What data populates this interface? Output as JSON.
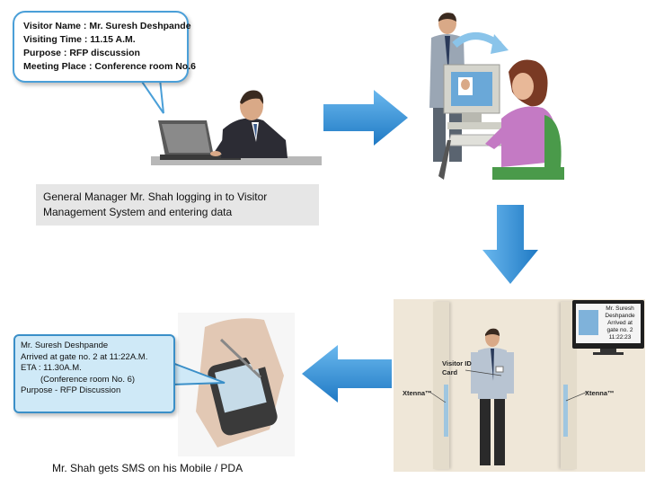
{
  "bubble_top": {
    "lines": [
      "Visitor Name : Mr. Suresh Deshpande",
      "Visiting Time : 11.15 A.M.",
      "Purpose : RFP discussion",
      "Meeting Place : Conference room No.6"
    ]
  },
  "caption_top": {
    "line1": "General Manager Mr. Shah logging in to Visitor",
    "line2": "Management System and entering data"
  },
  "bubble_bottom": {
    "lines": [
      "Mr. Suresh Deshpande",
      "Arrived at gate no. 2 at 11:22A.M.",
      "ETA : 11.30A.M.",
      "(Conference room No. 6)",
      "Purpose - RFP Discussion"
    ]
  },
  "caption_bottom": "Mr. Shah gets SMS on his Mobile / PDA",
  "gate": {
    "left_label": "Xtenna™",
    "right_label": "Xtenna™",
    "card_label_1": "Visitor ID",
    "card_label_2": "Card"
  },
  "monitor": {
    "lines": [
      "Mr. Suresh",
      "Deshpande",
      "Arrived at",
      "gate no. 2",
      "11:22:23"
    ]
  },
  "colors": {
    "arrow": "#2e8fd6",
    "bubble_border": "#4a9fd8",
    "bubble2_fill": "#cfe9f7"
  }
}
